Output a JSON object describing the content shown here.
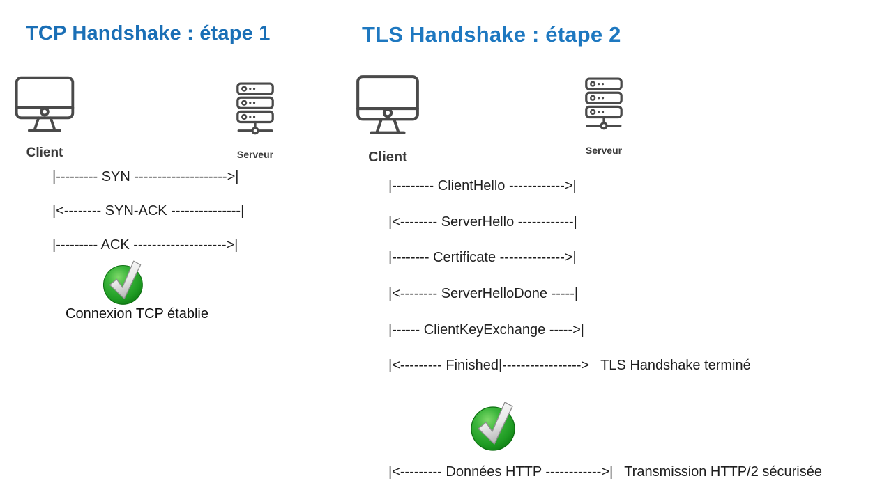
{
  "titles": {
    "tcp": "TCP Handshake : étape 1",
    "tls": "TLS Handshake : étape 2"
  },
  "colors": {
    "tcp_title_blue": "#1a6fb6",
    "tls_title_blue": "#1e78c0",
    "icon_stroke_gray": "#4a4a4a",
    "check_green": "#1e9a22",
    "line_text": "#1f1f1f"
  },
  "tcp_section": {
    "client_label": "Client",
    "server_label": "Serveur",
    "lines": [
      "|--------- SYN -------------------->|",
      "|<-------- SYN-ACK ---------------|",
      "|--------- ACK -------------------->|"
    ],
    "status_icon": "green-check-icon",
    "status_text": "Connexion TCP établie"
  },
  "tls_section": {
    "client_label": "Client",
    "server_label": "Serveur",
    "lines": [
      "|--------- ClientHello ------------>|",
      "|<-------- ServerHello ------------|",
      "|-------- Certificate -------------->|",
      "|<-------- ServerHelloDone -----|",
      "|------ ClientKeyExchange ----->|",
      "|<--------- Finished|----------------->"
    ],
    "finished_note": "TLS Handshake terminé",
    "status_icon": "green-check-icon",
    "data_line": "|<--------- Données HTTP ------------>|",
    "data_note": "Transmission HTTP/2 sécurisée"
  }
}
